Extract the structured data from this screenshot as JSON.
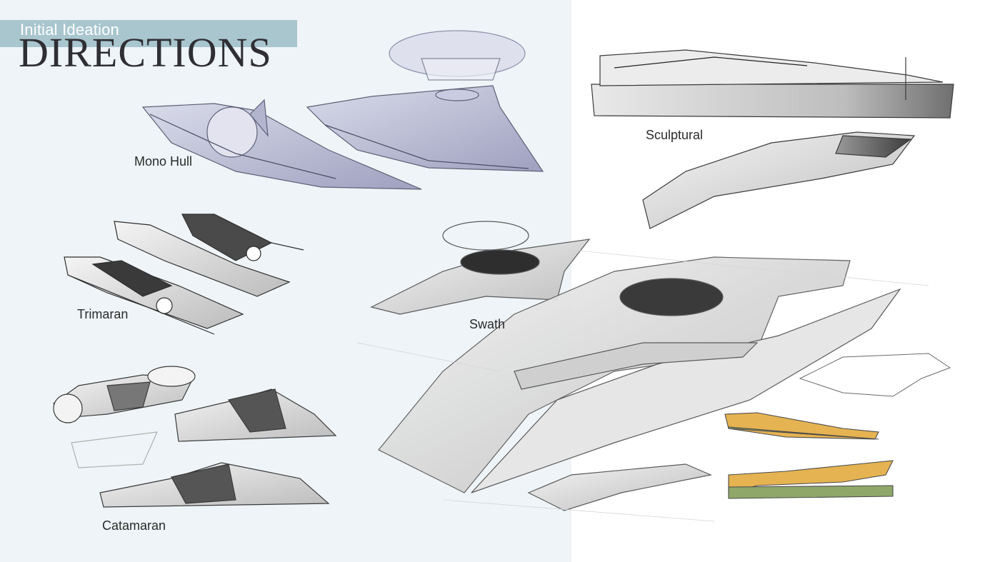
{
  "header": {
    "subtitle": "Initial Ideation",
    "title": "DIRECTIONS"
  },
  "labels": {
    "mono_hull": "Mono Hull",
    "trimaran": "Trimaran",
    "catamaran": "Catamaran",
    "swath": "Swath",
    "sculptural": "Sculptural"
  },
  "colors": {
    "left_panel": "#eef4f7",
    "title_band": "#a9c6cf",
    "title_text": "#2f2f33",
    "sketch_line": "#6b6b78",
    "accent_yellow": "#e5b352",
    "accent_green": "#8fa86a"
  }
}
